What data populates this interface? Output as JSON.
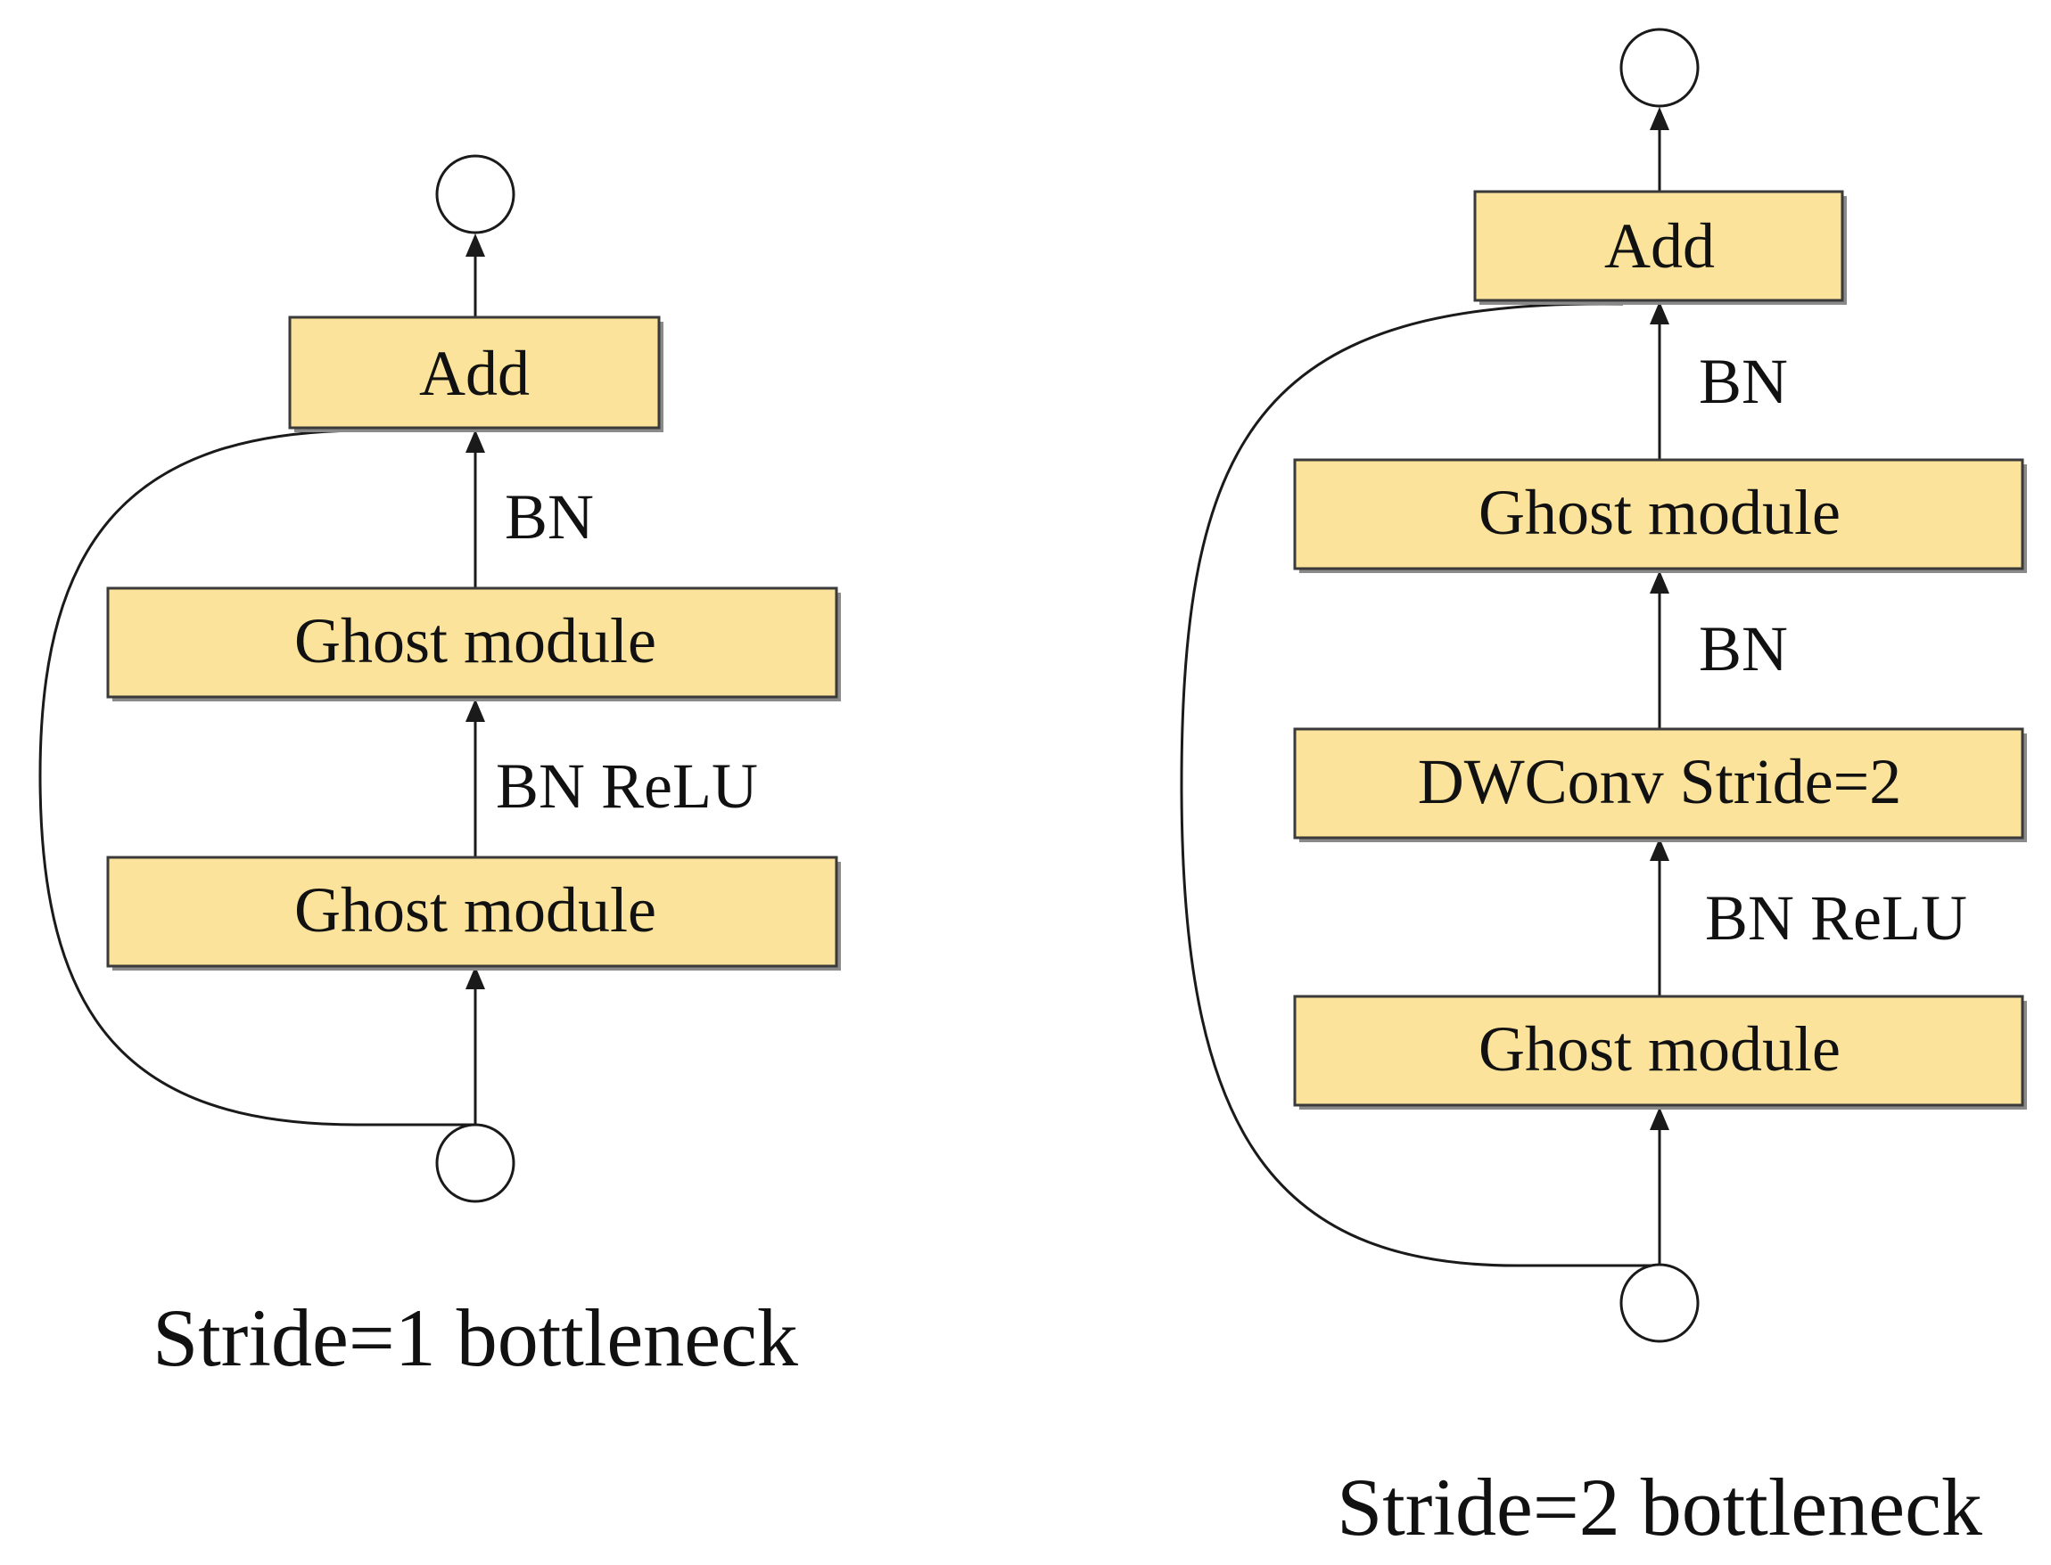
{
  "colors": {
    "box_fill": "#fbe39b",
    "box_stroke": "#3a3a3a",
    "line": "#1a1a1a"
  },
  "stride1": {
    "caption": "Stride=1 bottleneck",
    "add_label": "Add",
    "ghost_module_top": "Ghost module",
    "ghost_module_bottom": "Ghost module",
    "edge_bn": "BN",
    "edge_bn_relu": "BN ReLU"
  },
  "stride2": {
    "caption": "Stride=2 bottleneck",
    "add_label": "Add",
    "ghost_module_top": "Ghost module",
    "dwconv_label": "DWConv Stride=2",
    "ghost_module_bottom": "Ghost module",
    "edge_bn_top": "BN",
    "edge_bn_middle": "BN",
    "edge_bn_relu": "BN ReLU"
  }
}
